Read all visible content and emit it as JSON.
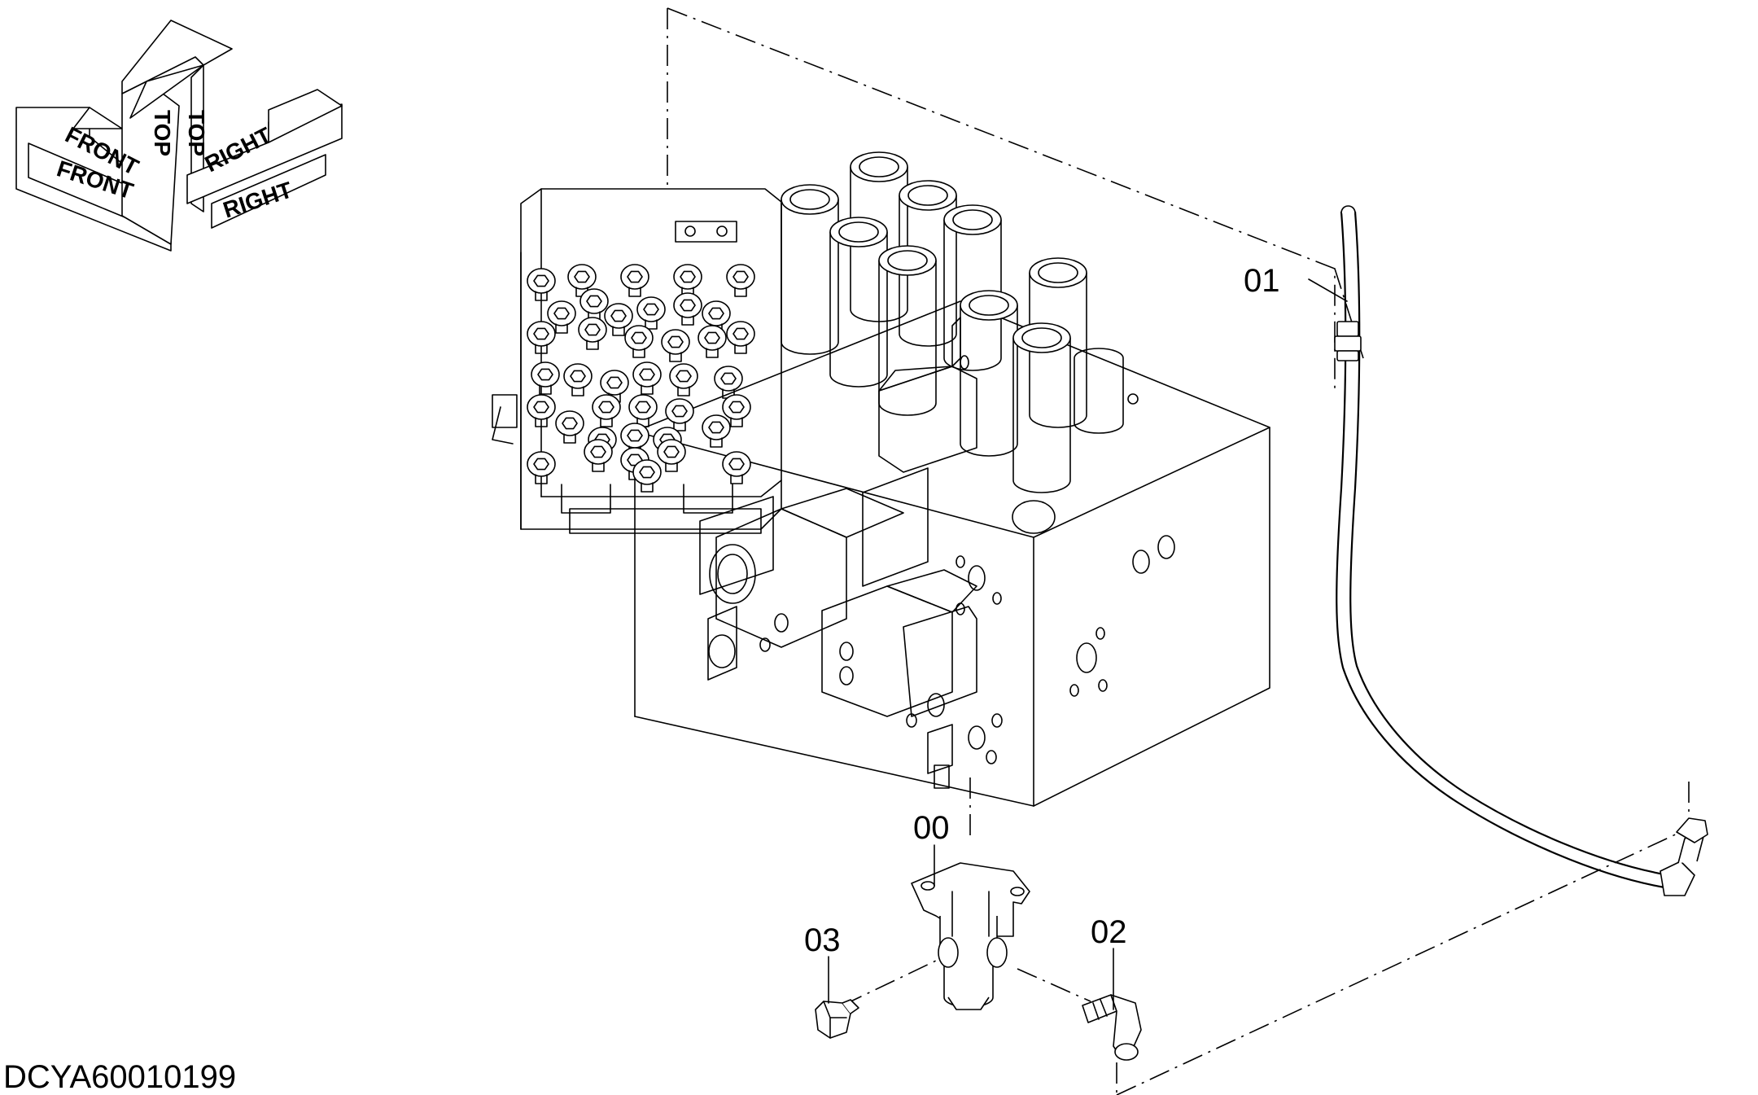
{
  "orientation": {
    "front_upper": "FRONT",
    "front_lower": "FRONT",
    "top_left": "TOP",
    "top_right": "TOP",
    "right_upper": "RIGHT",
    "right_lower": "RIGHT"
  },
  "callouts": {
    "assembly": "00",
    "hose": "01",
    "elbow": "02",
    "plug": "03"
  },
  "drawing_code": "DCYA60010199"
}
